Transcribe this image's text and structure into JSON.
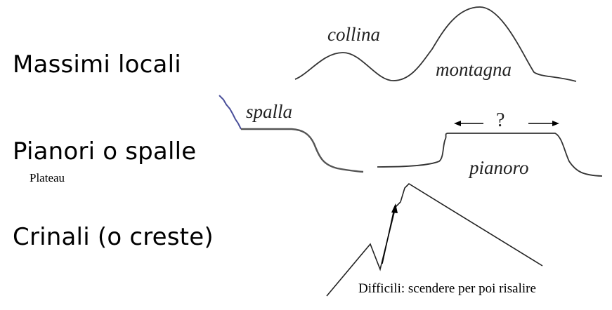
{
  "sections": {
    "local_maxima": {
      "title": "Massimi locali",
      "hill_label": "collina",
      "mountain_label": "montagna"
    },
    "plateaus": {
      "title": "Pianori o spalle",
      "subtitle": "Plateau",
      "shoulder_label": "spalla",
      "plateau_label": "pianoro",
      "question_mark": "?"
    },
    "ridges": {
      "title": "Crinali (o creste)",
      "caption": "Difficili: scendere per poi risalire"
    }
  }
}
